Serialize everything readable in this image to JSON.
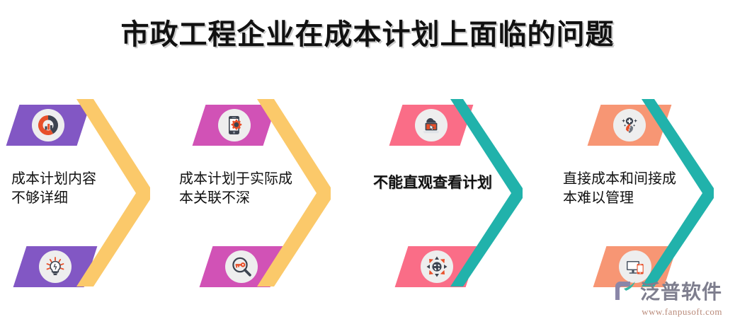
{
  "title": "市政工程企业在成本计划上面临的问题",
  "colors": {
    "title_text": "#111111",
    "group1_tile": "#8257c4",
    "group1_arrow": "#fbc96a",
    "group2_tile": "#d152b6",
    "group2_arrow": "#fbc96a",
    "group3_tile": "#fa6d87",
    "group3_arrow": "#21b2ab",
    "group4_tile": "#f79674",
    "group4_arrow": "#21b2ab",
    "icon_disc": "#eeeeee",
    "icon_orange": "#e8502a",
    "icon_dark": "#3d4450",
    "logo_text": "#7e7e8e",
    "logo_url": "#b98a7a",
    "logo_mark_primary": "#8a86a8",
    "logo_mark_accent": "#35b7a5"
  },
  "groups": [
    {
      "caption": "成本计划内容\n不够详细",
      "caption_line1": "成本计划内容",
      "caption_line2": "不够详细",
      "tile_color": "#8257c4",
      "arrow_color": "#fbc96a",
      "icon_top": "donut-chart-icon",
      "icon_bottom": "lightbulb-icon",
      "bold_caption": false
    },
    {
      "caption": "成本计划于实际成\n本关联不深",
      "caption_line1": "成本计划于实际成",
      "caption_line2": "本关联不深",
      "tile_color": "#d152b6",
      "arrow_color": "#fbc96a",
      "icon_top": "smartphone-gear-icon",
      "icon_bottom": "key-search-icon",
      "bold_caption": false
    },
    {
      "caption": "不能直观查看计划",
      "caption_line1": "不能直观查看计划",
      "caption_line2": "",
      "tile_color": "#fa6d87",
      "arrow_color": "#21b2ab",
      "icon_top": "cloud-laptop-icon",
      "icon_bottom": "globe-arrows-icon",
      "bold_caption": true
    },
    {
      "caption": "直接成本和间接成\n本难以管理",
      "caption_line1": "直接成本和间接成",
      "caption_line2": "本难以管理",
      "tile_color": "#f79674",
      "arrow_color": "#21b2ab",
      "icon_top": "link-plus-icon",
      "icon_bottom": "devices-icon",
      "bold_caption": false
    }
  ],
  "logo": {
    "brand": "泛普软件",
    "url": "www.fanpusoft.com",
    "mark": "fanpu-logo-mark"
  }
}
